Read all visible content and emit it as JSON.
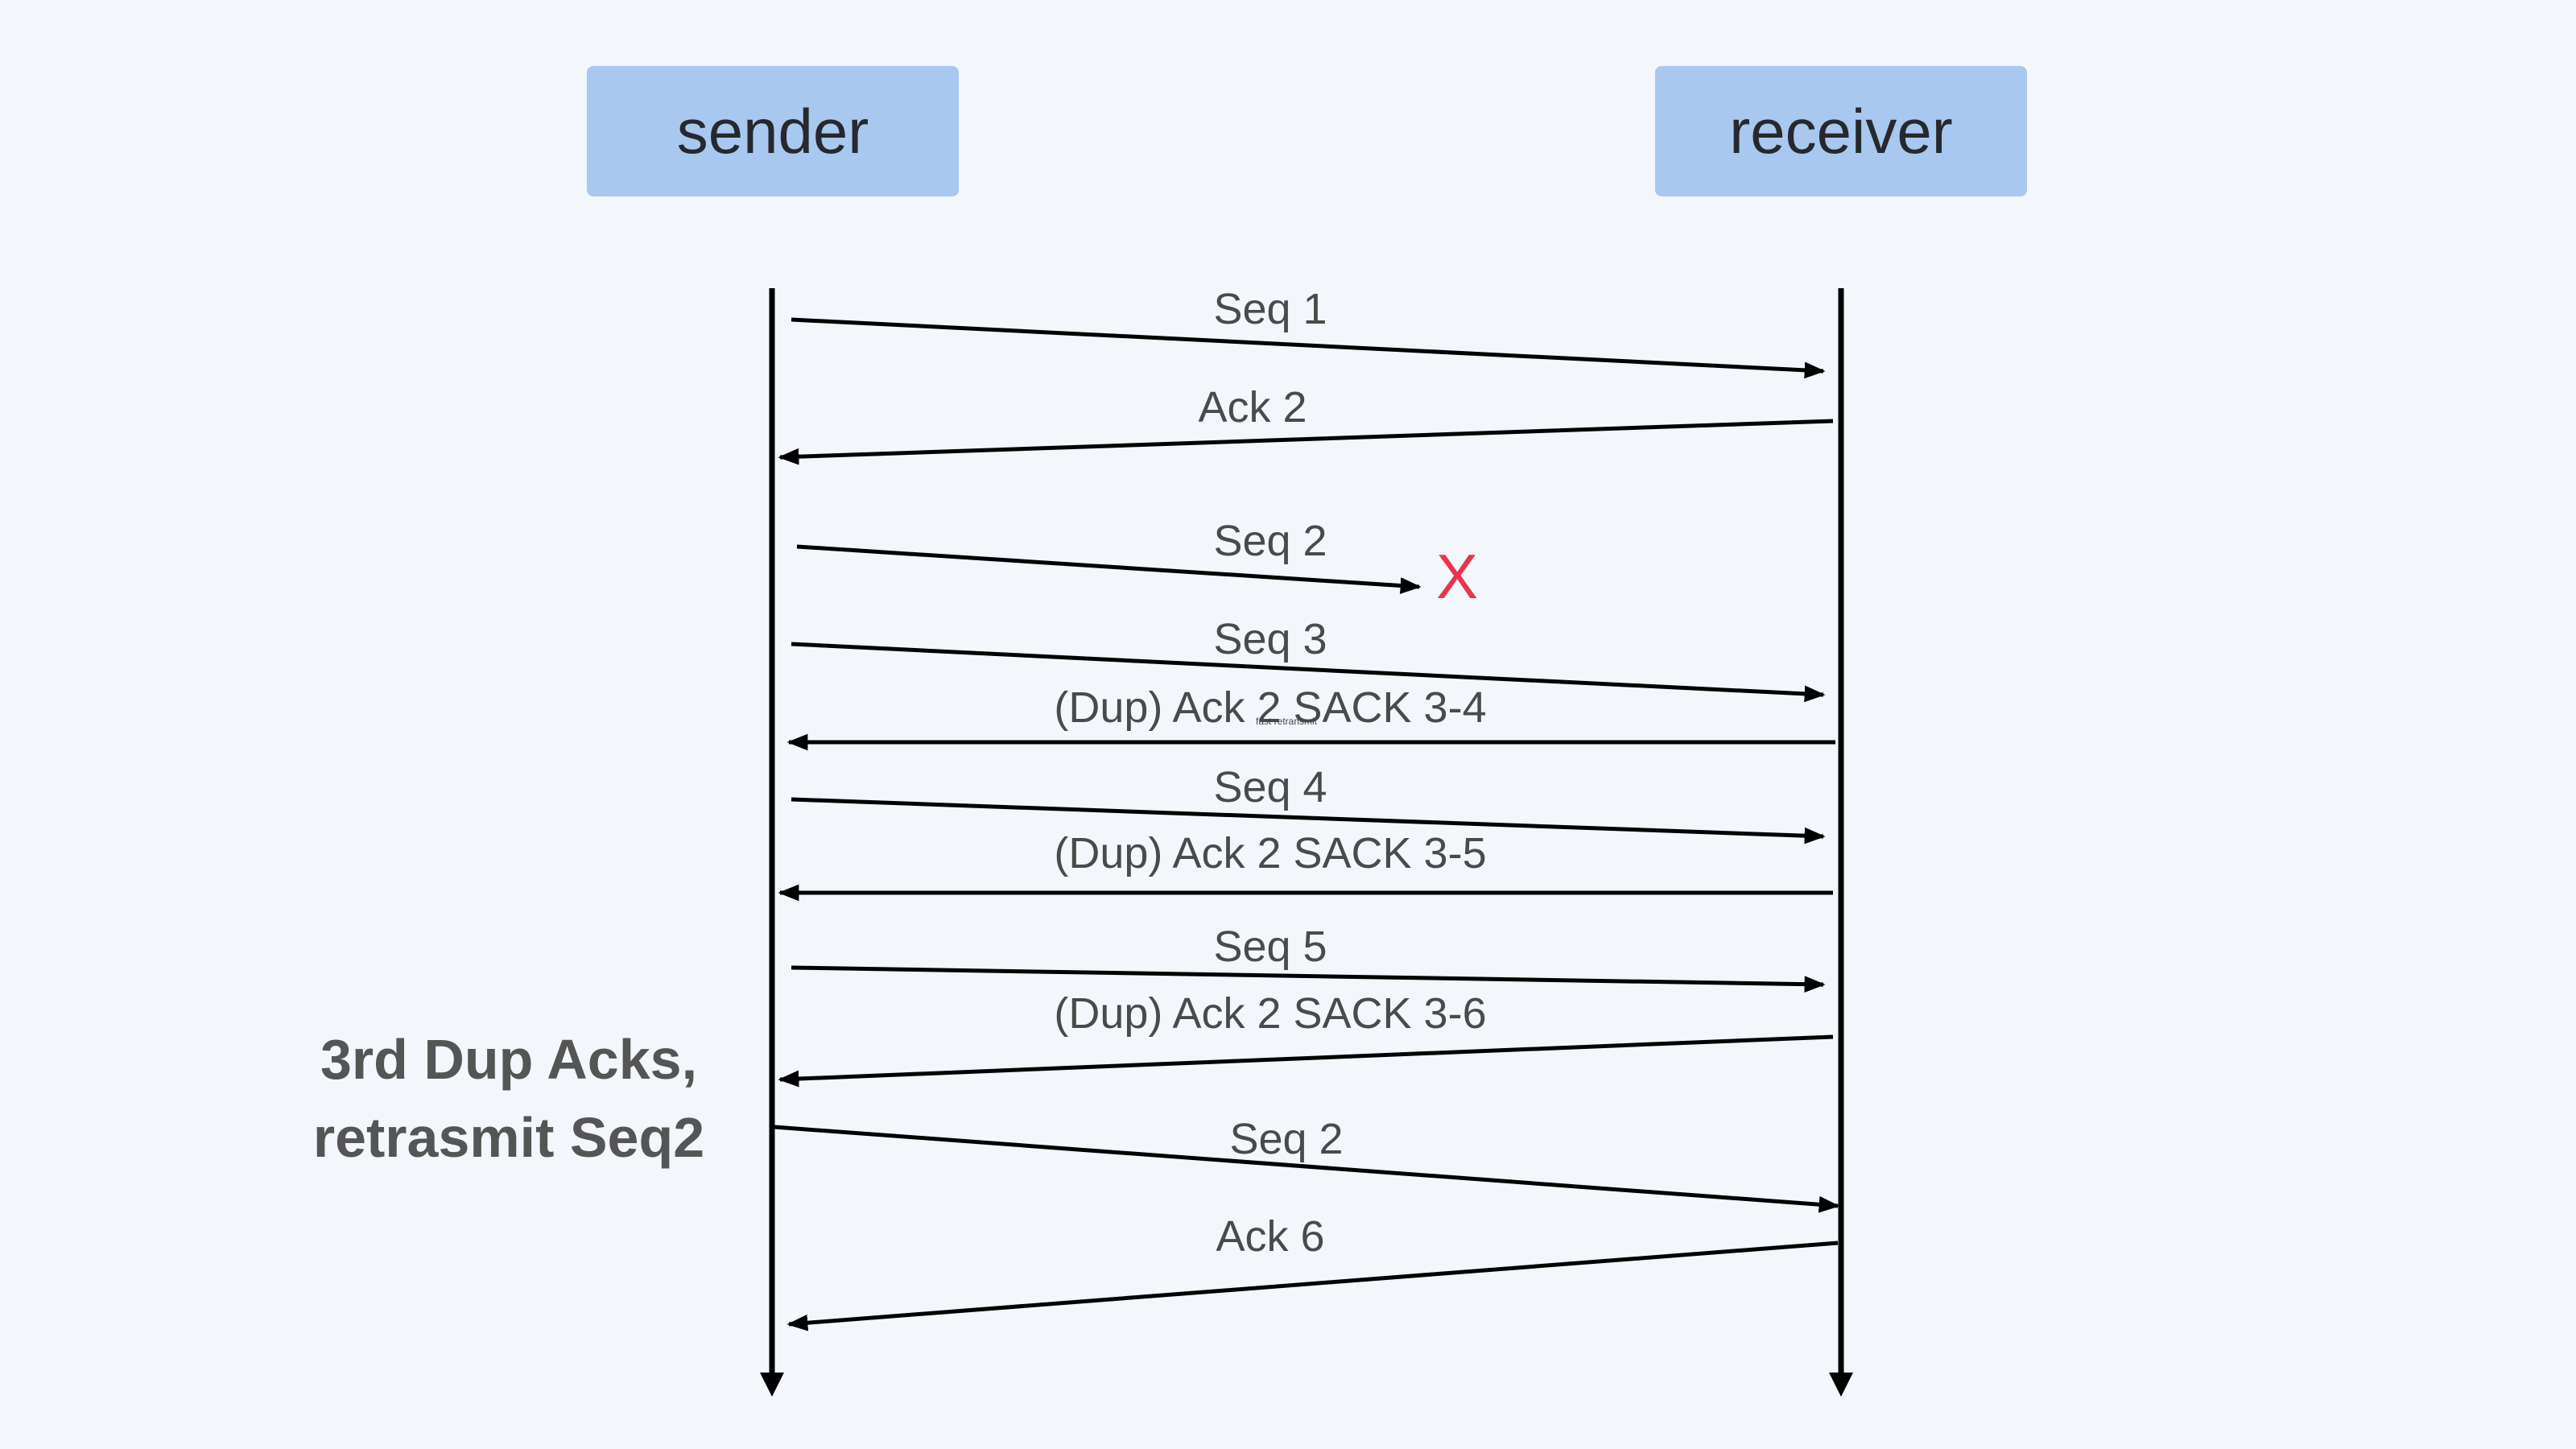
{
  "participants": {
    "sender": "sender",
    "receiver": "receiver"
  },
  "messages": [
    {
      "label": "Seq 1",
      "direction": "to-receiver"
    },
    {
      "label": "Ack 2",
      "direction": "to-sender"
    },
    {
      "label": "Seq 2",
      "direction": "to-receiver",
      "lost": true
    },
    {
      "label": "Seq 3",
      "direction": "to-receiver"
    },
    {
      "label": "(Dup) Ack 2 SACK 3-4",
      "direction": "to-sender"
    },
    {
      "label": "Seq 4",
      "direction": "to-receiver"
    },
    {
      "label": "(Dup) Ack 2 SACK 3-5",
      "direction": "to-sender"
    },
    {
      "label": "Seq 5",
      "direction": "to-receiver"
    },
    {
      "label": "(Dup) Ack 2 SACK 3-6",
      "direction": "to-sender"
    },
    {
      "label": "Seq 2",
      "direction": "to-receiver"
    },
    {
      "label": "Ack 6",
      "direction": "to-sender"
    }
  ],
  "loss_marker": "X",
  "note": {
    "line1": "3rd Dup Acks,",
    "line2": "retrasmit Seq2"
  },
  "overlay_small_text": "fast retransmit",
  "colors": {
    "background": "#f3f7fc",
    "participant_box": "#a8c8ef",
    "loss_marker": "#e8354f",
    "lines": "#000000"
  }
}
